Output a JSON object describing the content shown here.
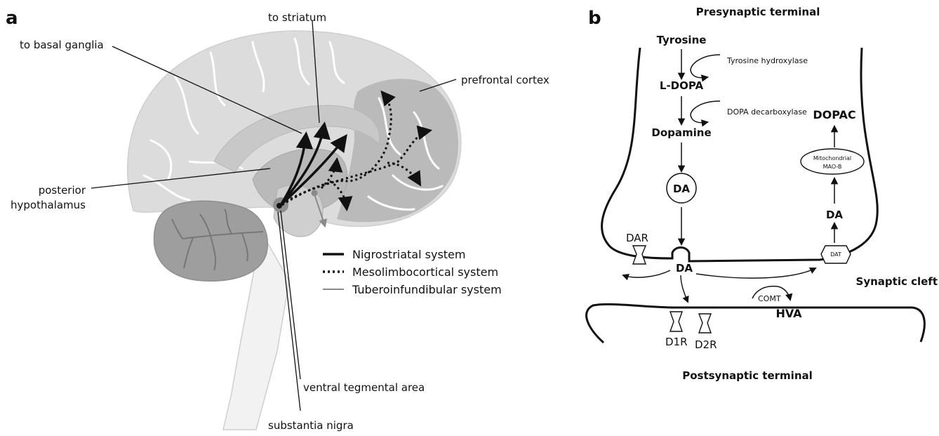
{
  "panel_a": {
    "letter": "a",
    "labels": {
      "striatum": "to striatum",
      "basal_ganglia": "to basal ganglia",
      "prefrontal": "prefrontal cortex",
      "posterior_line1": "posterior",
      "posterior_line2": "hypothalamus",
      "vta": "ventral tegmental area",
      "sn": "substantia nigra"
    },
    "legend": [
      {
        "label": "Nigrostriatal system",
        "style": "solid-thick"
      },
      {
        "label": "Mesolimbocortical system",
        "style": "dotted"
      },
      {
        "label": "Tuberoinfundibular system",
        "style": "solid-gray"
      }
    ]
  },
  "panel_b": {
    "letter": "b",
    "presynaptic": "Presynaptic terminal",
    "postsynaptic": "Postsynaptic terminal",
    "cleft": "Synaptic cleft",
    "tyrosine": "Tyrosine",
    "tyrosine_hydroxylase": "Tyrosine hydroxylase",
    "ldopa": "L-DOPA",
    "dopa_decarboxylase": "DOPA decarboxylase",
    "dopamine": "Dopamine",
    "da_vesicle": "DA",
    "da_cleft": "DA",
    "da_reuptake": "DA",
    "dopac": "DOPAC",
    "mao_line1": "Mitochondrial",
    "mao_line2": "MAO-B",
    "dar": "DAR",
    "dat": "DAT",
    "comt": "COMT",
    "hva": "HVA",
    "d1r": "D1R",
    "d2r": "D2R"
  },
  "colors": {
    "brain_light": "#dcdcdc",
    "brain_mid": "#c4c4c4",
    "brain_dark": "#a6a6a6",
    "cerebellum": "#9a9a9a",
    "pathway": "#111111",
    "tubero": "#8a8a8a"
  }
}
